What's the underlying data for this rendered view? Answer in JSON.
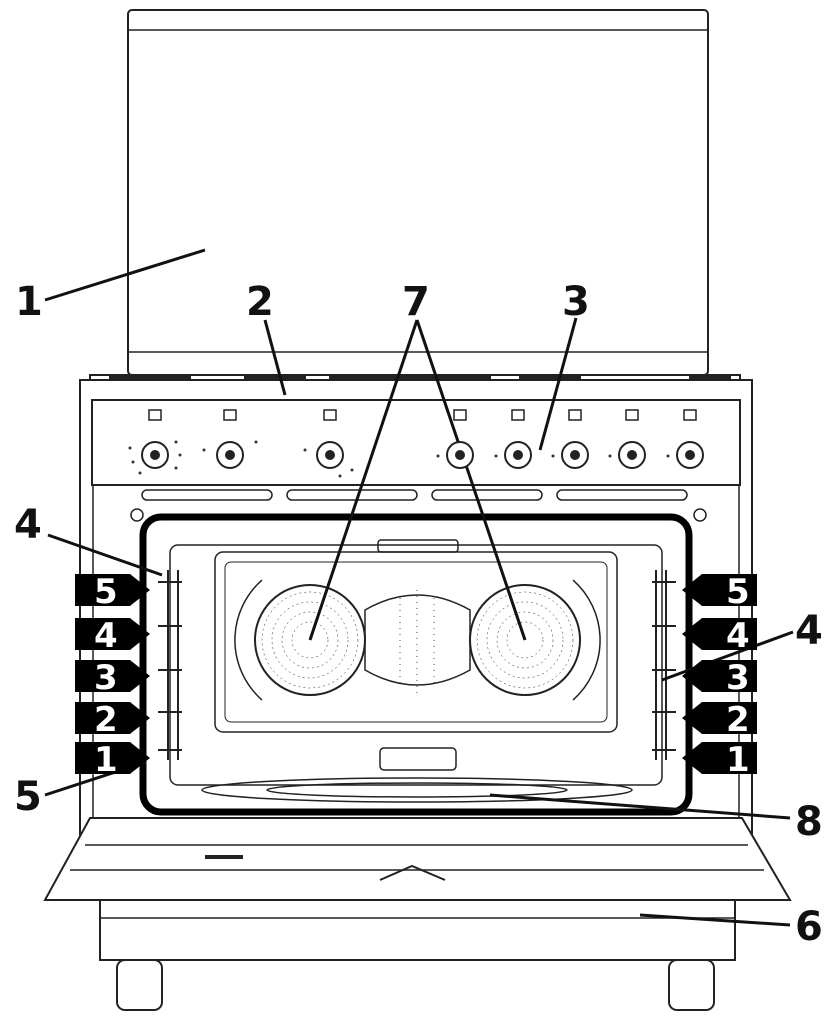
{
  "diagram": {
    "callouts": [
      {
        "id": "1",
        "label": "1"
      },
      {
        "id": "2",
        "label": "2"
      },
      {
        "id": "7",
        "label": "7"
      },
      {
        "id": "3",
        "label": "3"
      },
      {
        "id": "4-left",
        "label": "4"
      },
      {
        "id": "4-right",
        "label": "4"
      },
      {
        "id": "5",
        "label": "5"
      },
      {
        "id": "8",
        "label": "8"
      },
      {
        "id": "6",
        "label": "6"
      }
    ],
    "shelf_levels_left": [
      "5",
      "4",
      "3",
      "2",
      "1"
    ],
    "shelf_levels_right": [
      "5",
      "4",
      "3",
      "2",
      "1"
    ]
  }
}
